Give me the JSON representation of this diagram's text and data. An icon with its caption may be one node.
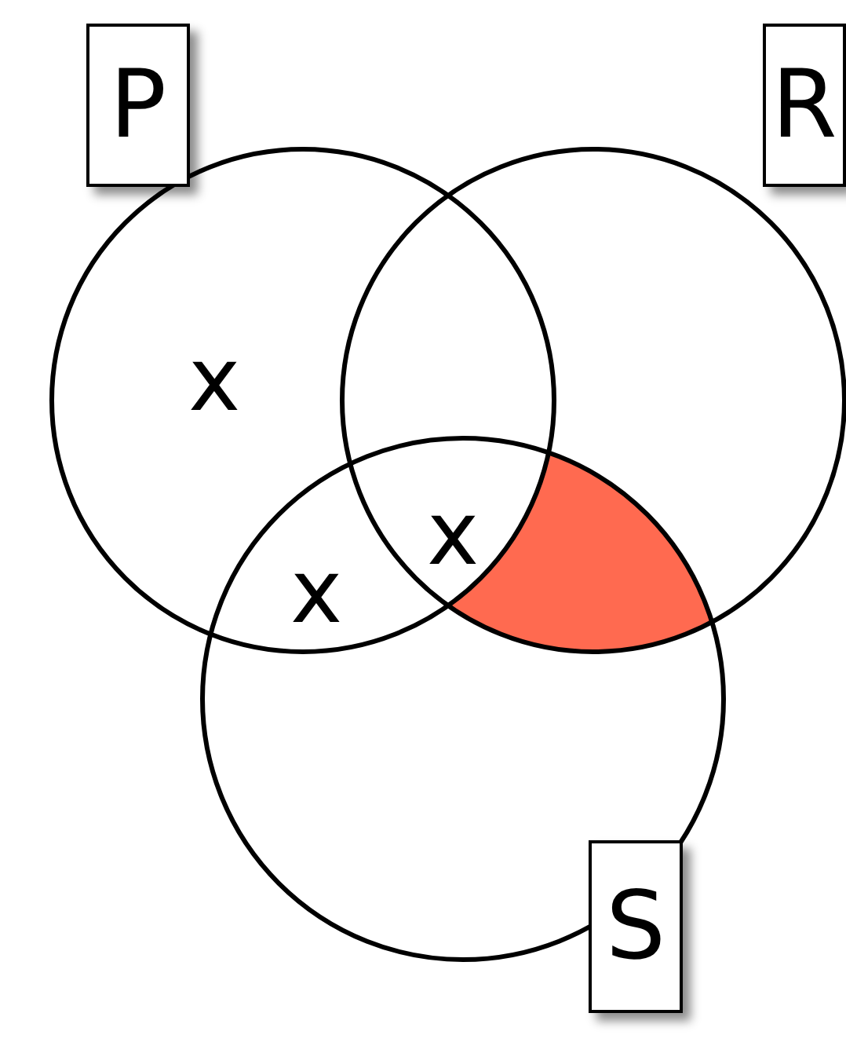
{
  "diagram": {
    "nodes": [
      {
        "text": [
          "P"
        ]
      },
      {
        "text": [
          "R"
        ]
      },
      {
        "text": [
          "S"
        ]
      },
      {
        "text": [],
        "shape": "region"
      }
    ],
    "labels": [
      "x",
      "x",
      "x"
    ]
  }
}
